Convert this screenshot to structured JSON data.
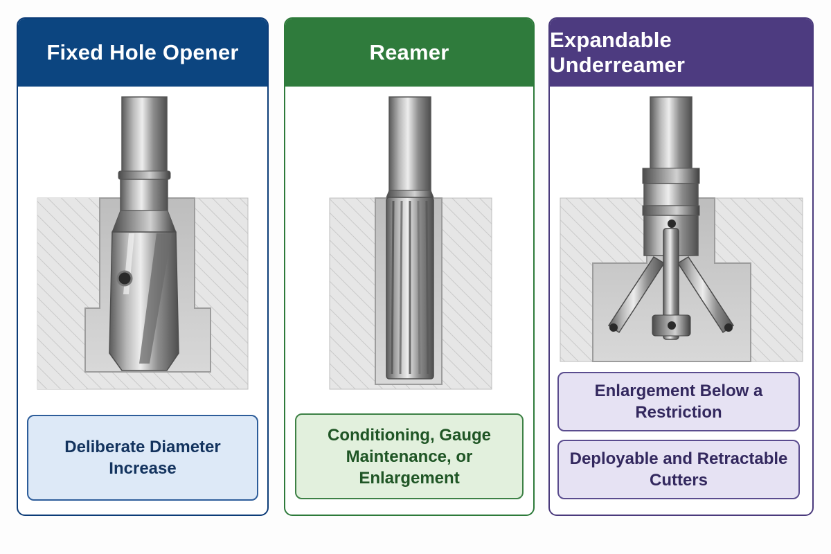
{
  "colors": {
    "blue": "#0c4580",
    "green": "#2f7b3c",
    "purple": "#4d3b80",
    "formation": "#e4e4e4",
    "steel": "#9a9a9a"
  },
  "panels": [
    {
      "title": "Fixed Hole Opener",
      "tool_icon": "fixed-hole-opener-icon",
      "boxes": [
        "Deliberate Diameter Increase"
      ]
    },
    {
      "title": "Reamer",
      "tool_icon": "reamer-icon",
      "boxes": [
        "Conditioning, Gauge Maintenance, or Enlargement"
      ]
    },
    {
      "title": "Expandable Underreamer",
      "tool_icon": "expandable-underreamer-icon",
      "boxes": [
        "Enlargement Below a Restriction",
        "Deployable and Retractable Cutters"
      ]
    }
  ]
}
